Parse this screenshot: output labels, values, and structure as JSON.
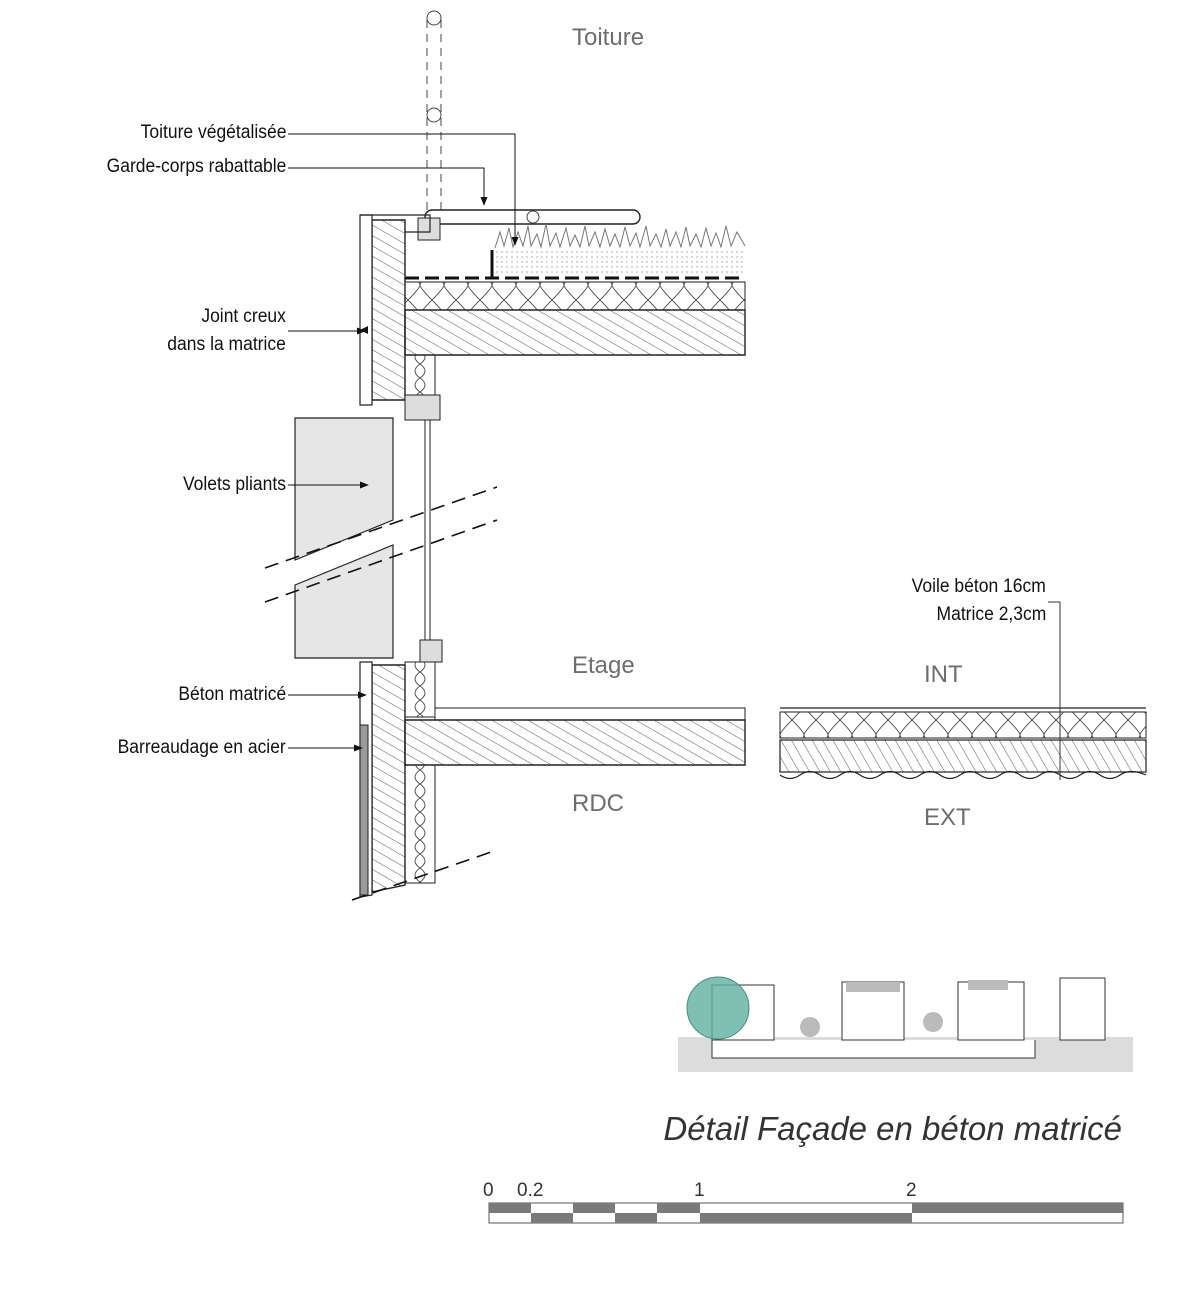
{
  "levels": {
    "roof": "Toiture",
    "floor": "Etage",
    "ground": "RDC",
    "interior": "INT",
    "exterior": "EXT"
  },
  "labels": {
    "green_roof": "Toiture végétalisée",
    "railing": "Garde-corps rabattable",
    "joint_line1": "Joint creux",
    "joint_line2": "dans la matrice",
    "shutters": "Volets pliants",
    "concrete": "Béton matricé",
    "bars": "Barreaudage en acier",
    "wall_line1": "Voile béton 16cm",
    "wall_line2": "Matrice 2,3cm"
  },
  "title": "Détail Façade en béton matricé",
  "scale_bar": {
    "ticks": [
      "0",
      "0.2",
      "1",
      "2"
    ]
  },
  "colors": {
    "highlight": "#5fb0a0",
    "shutter_fill": "#e6e6e6",
    "ground_fill": "#dcdcdc",
    "scale_fill": "#7a7a7a"
  }
}
